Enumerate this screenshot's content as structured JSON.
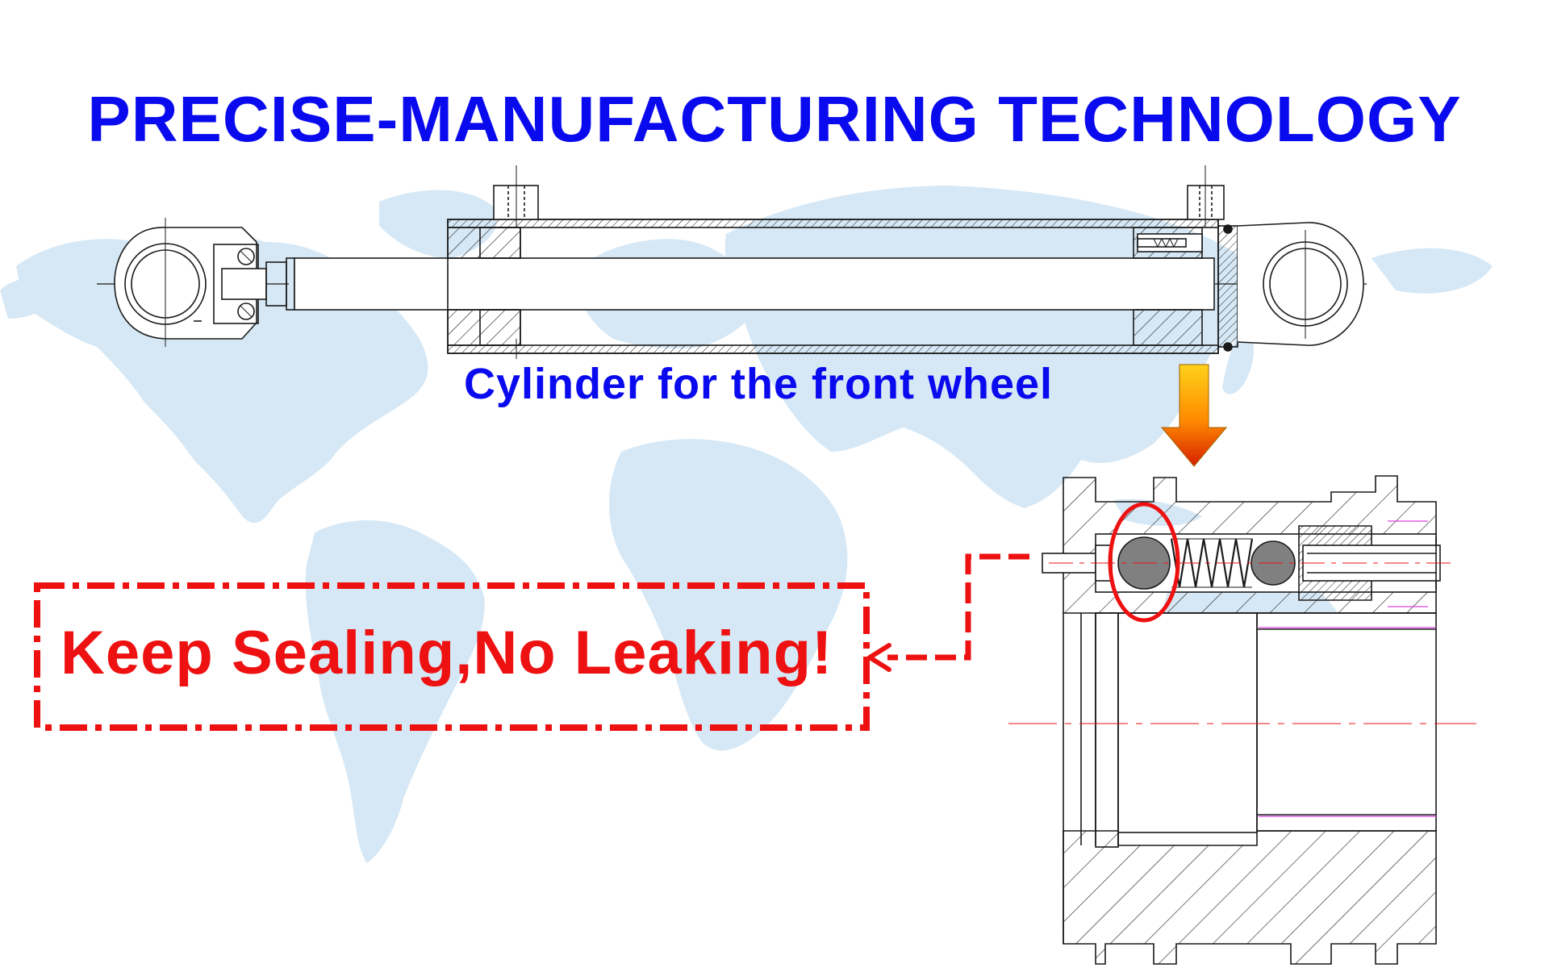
{
  "title": "PRECISE-MANUFACTURING TECHNOLOGY",
  "subtitle": "Cylinder for the front wheel",
  "callout": "Keep Sealing,No Leaking!",
  "colors": {
    "title": "#0a0aee",
    "subtitle": "#0a0aee",
    "callout": "#ee1111",
    "map": "#d6e8f5",
    "drawing_line": "#1a1a1a",
    "ball": "#808080",
    "arrow_top": "#ffd21a",
    "arrow_bottom": "#d62000",
    "magenta": "#e040e0"
  }
}
